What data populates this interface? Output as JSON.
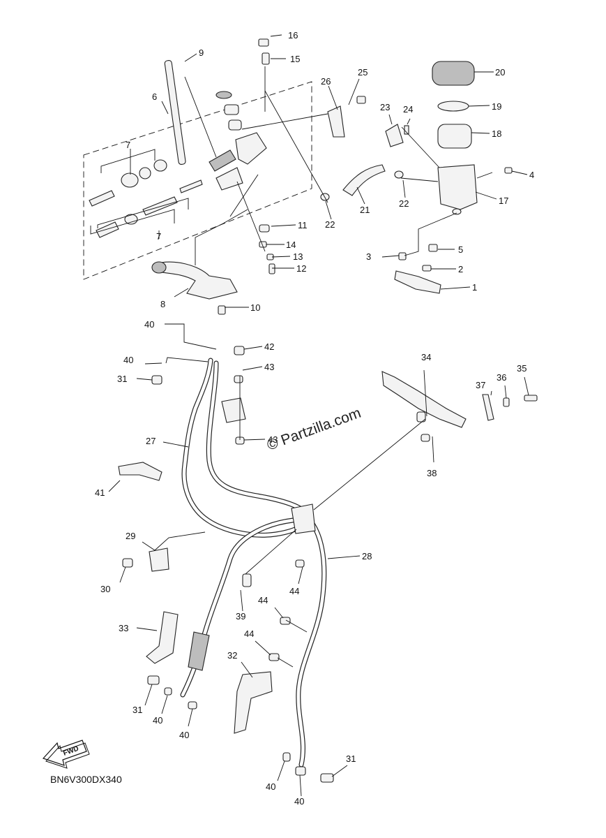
{
  "diagram_code": "BN6V300DX340",
  "watermark": "© Partzilla.com",
  "fwd_label": "FWD",
  "callouts": {
    "c1": "1",
    "c2": "2",
    "c3": "3",
    "c4": "4",
    "c5": "5",
    "c6": "6",
    "c7a": "7",
    "c7b": "7",
    "c8": "8",
    "c9": "9",
    "c10": "10",
    "c11": "11",
    "c12": "12",
    "c13": "13",
    "c14": "14",
    "c15": "15",
    "c16": "16",
    "c17": "17",
    "c18": "18",
    "c19": "19",
    "c20": "20",
    "c21": "21",
    "c22a": "22",
    "c22b": "22",
    "c23": "23",
    "c24": "24",
    "c25": "25",
    "c26": "26",
    "c27": "27",
    "c28": "28",
    "c29": "29",
    "c30": "30",
    "c31a": "31",
    "c31b": "31",
    "c31c": "31",
    "c32": "32",
    "c33": "33",
    "c34": "34",
    "c35": "35",
    "c36": "36",
    "c37": "37",
    "c38": "38",
    "c39": "39",
    "c40a": "40",
    "c40b": "40",
    "c40c": "40",
    "c40d": "40",
    "c40e": "40",
    "c40f": "40",
    "c41": "41",
    "c42": "42",
    "c43a": "43",
    "c43b": "43",
    "c44a": "44",
    "c44b": "44",
    "c44c": "44"
  }
}
